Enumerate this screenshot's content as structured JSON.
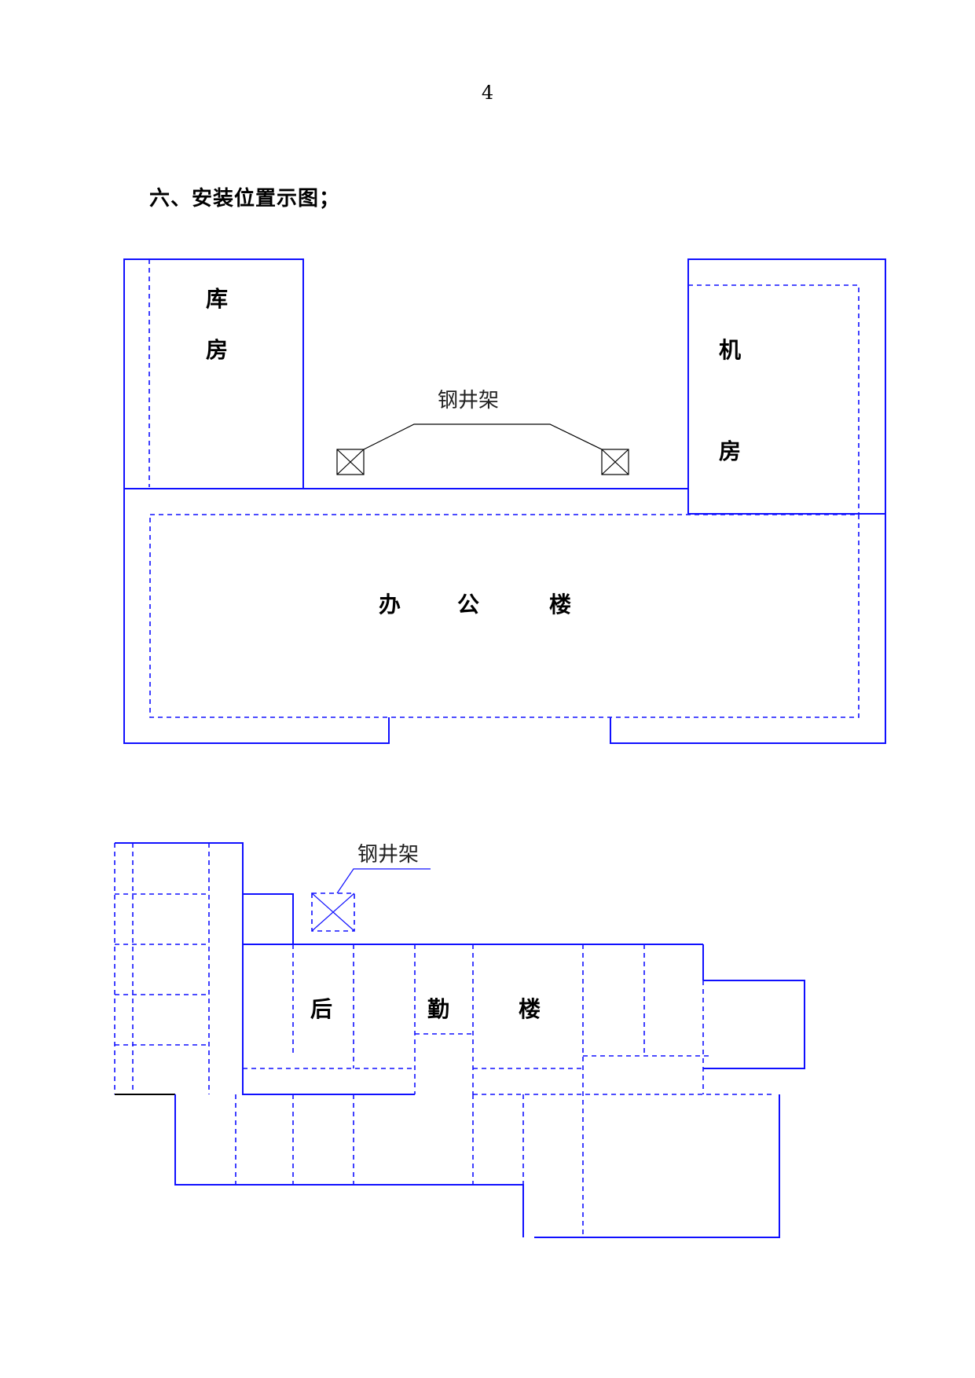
{
  "page": {
    "number": "4",
    "heading": "六、安装位置示图；"
  },
  "plan1": {
    "warehouse": [
      "库",
      "房"
    ],
    "machine_room": [
      "机",
      "房"
    ],
    "office": [
      "办",
      "公",
      "楼"
    ],
    "hoist_label": "钢井架"
  },
  "plan2": {
    "logistics": [
      "后",
      "勤",
      "楼"
    ],
    "hoist_label": "钢井架"
  },
  "colors": {
    "wall": "#1010ff",
    "text": "#000000"
  }
}
